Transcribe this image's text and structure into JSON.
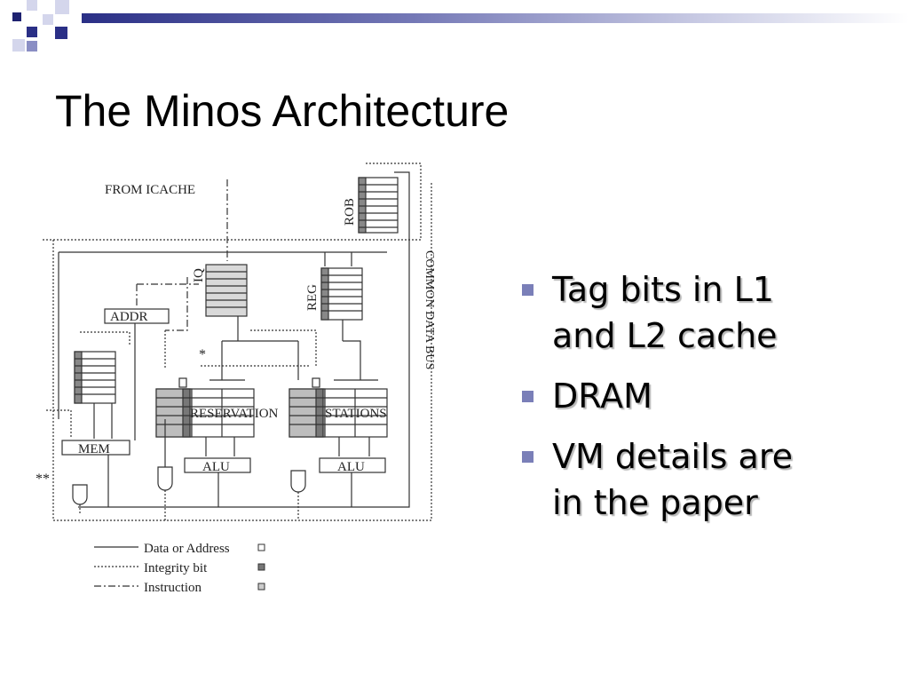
{
  "slide": {
    "title": "The Minos Architecture",
    "accent_color": "#2a2f86",
    "bullet_color": "#7a7fb8",
    "bullets": [
      {
        "line1": "Tag bits in L1",
        "line2": "and L2 cache"
      },
      {
        "line1": "DRAM",
        "line2": ""
      },
      {
        "line1": "VM details are",
        "line2": "in the paper"
      }
    ]
  },
  "diagram": {
    "from_icache": "FROM ICACHE",
    "rob": "ROB",
    "iq": "IQ",
    "reg": "REG",
    "addr": "ADDR",
    "mem": "MEM",
    "reservation": "RESERVATION",
    "stations": "STATIONS",
    "alu_left": "ALU",
    "alu_right": "ALU",
    "common_data_bus": "COMMON DATA BUS",
    "star": "*",
    "double_star": "**",
    "legend": [
      {
        "label": "Data or Address",
        "swatch": "#ffffff"
      },
      {
        "label": "Integrity bit",
        "swatch": "#777777"
      },
      {
        "label": "Instruction",
        "swatch": "#cccccc"
      }
    ]
  }
}
